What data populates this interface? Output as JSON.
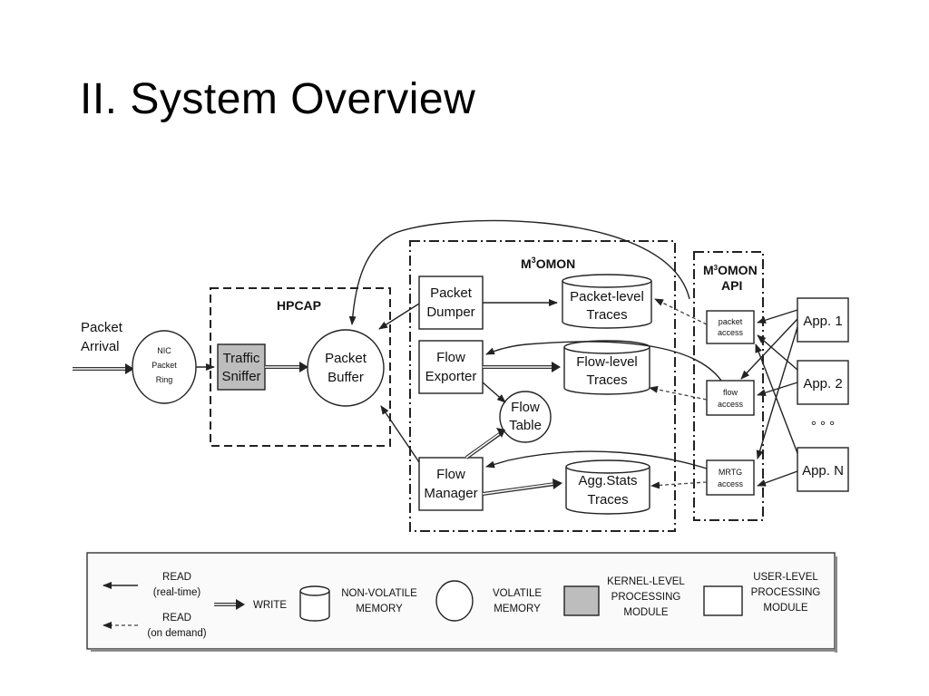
{
  "slide": {
    "title": "II. System Overview"
  },
  "diagram": {
    "inputs": {
      "packet_arrival": [
        "Packet",
        "Arrival"
      ]
    },
    "nic_ring": [
      "NIC",
      "Packet",
      "Ring"
    ],
    "hpcap": {
      "title": "HPCAP",
      "traffic_sniffer": [
        "Traffic",
        "Sniffer"
      ],
      "packet_buffer": [
        "Packet",
        "Buffer"
      ]
    },
    "m3omon": {
      "title_prefix": "M",
      "title_sup": "3",
      "title_suffix": "OMON",
      "packet_dumper": [
        "Packet",
        "Dumper"
      ],
      "flow_exporter": [
        "Flow",
        "Exporter"
      ],
      "flow_manager": [
        "Flow",
        "Manager"
      ],
      "flow_table": [
        "Flow",
        "Table"
      ],
      "packet_traces": [
        "Packet-level",
        "Traces"
      ],
      "flow_traces": [
        "Flow-level",
        "Traces"
      ],
      "agg_traces": [
        "Agg.Stats",
        "Traces"
      ]
    },
    "api": {
      "title_prefix": "M",
      "title_sup": "3",
      "title_suffix": "OMON",
      "title_line2": "API",
      "packet_access": [
        "packet",
        "access"
      ],
      "flow_access": [
        "flow",
        "access"
      ],
      "mrtg_access": [
        "MRTG",
        "access"
      ]
    },
    "apps": {
      "app1": "App. 1",
      "app2": "App. 2",
      "dots": "° ° °",
      "appn": "App. N"
    }
  },
  "legend": {
    "read_rt": [
      "READ",
      "(real-time)"
    ],
    "read_od": [
      "READ",
      "(on demand)"
    ],
    "write": "WRITE",
    "nonvolatile": [
      "NON-VOLATILE",
      "MEMORY"
    ],
    "volatile": [
      "VOLATILE",
      "MEMORY"
    ],
    "kernel": [
      "KERNEL-LEVEL",
      "PROCESSING",
      "MODULE"
    ],
    "user": [
      "USER-LEVEL",
      "PROCESSING",
      "MODULE"
    ]
  }
}
